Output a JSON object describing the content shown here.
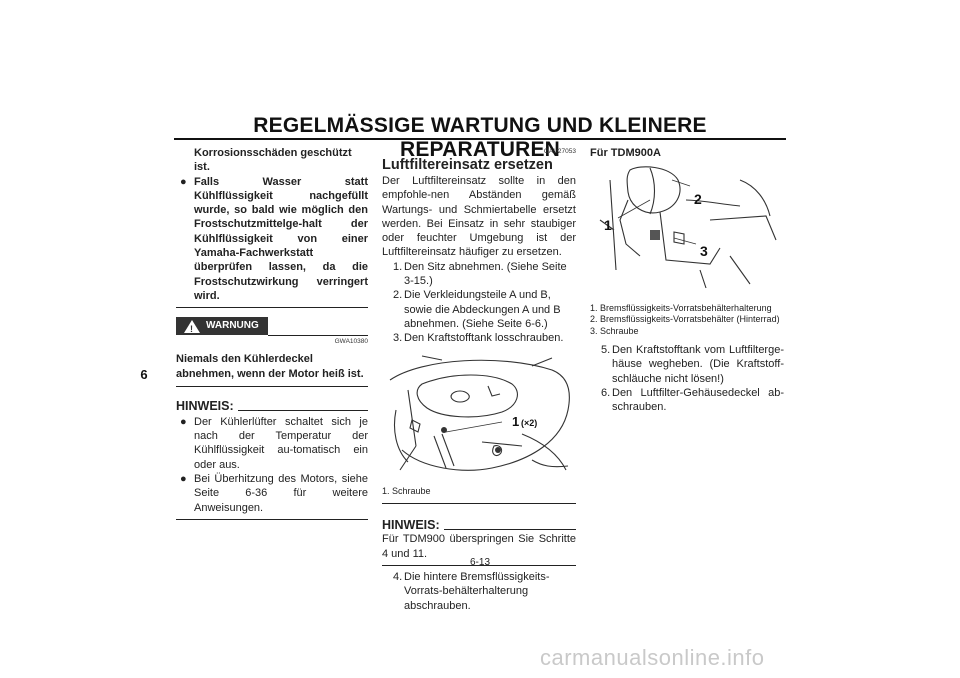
{
  "header": {
    "title": "REGELMÄSSIGE WARTUNG UND KLEINERE REPARATUREN"
  },
  "chapter_tab": "6",
  "col1": {
    "continued_line": "Korrosionsschäden geschützt ist.",
    "bullet_bold": "Falls Wasser statt Kühlflüssigkeit nachgefüllt wurde, so bald wie möglich den Frostschutzmittelge-halt der Kühlflüssigkeit von einer Yamaha-Fachwerkstatt überprüfen lassen, da die Frostschutzwirkung verringert wird.",
    "warning_label": "WARNUNG",
    "warning_icon": "!",
    "warning_code": "GWA10380",
    "warning_text": "Niemals den Kühlerdeckel abnehmen, wenn der Motor heiß ist.",
    "hinweis_label": "HINWEIS:",
    "hinweis_items": [
      "Der Kühlerlüfter schaltet sich je nach der Temperatur der Kühlflüssigkeit au-tomatisch ein oder aus.",
      "Bei Überhitzung des Motors, siehe Seite 6-36 für weitere Anweisungen."
    ]
  },
  "col2": {
    "section_code": "GAU27053",
    "section_title": "Luftfiltereinsatz ersetzen",
    "intro": "Der Luftfiltereinsatz sollte in den empfohle-nen Abständen gemäß Wartungs- und Schmiertabelle ersetzt werden. Bei Einsatz in sehr staubiger oder feuchter Umgebung ist der Luftfiltereinsatz häufiger zu ersetzen.",
    "steps": [
      {
        "n": "1.",
        "text": "Den Sitz abnehmen. (Siehe Seite 3-15.)"
      },
      {
        "n": "2.",
        "text": "Die Verkleidungsteile A und B, sowie die Abdeckungen A und B abnehmen. (Siehe Seite 6-6.)"
      },
      {
        "n": "3.",
        "text": "Den Kraftstofftank losschrauben."
      }
    ],
    "figure_callout_num": "1",
    "figure_callout_mult": "(×2)",
    "figure_caption": "1. Schraube",
    "hinweis_label": "HINWEIS:",
    "hinweis_text": "Für TDM900 überspringen Sie Schritte 4 und 11.",
    "step4_n": "4.",
    "step4_text": "Die hintere Bremsflüssigkeits-Vorrats-behälterhalterung abschrauben."
  },
  "col3": {
    "heading": "Für TDM900A",
    "fig_labels": [
      "1",
      "2",
      "3"
    ],
    "captions": [
      "1. Bremsflüssigkeits-Vorratsbehälterhalterung",
      "2. Bremsflüssigkeits-Vorratsbehälter (Hinterrad)",
      "3. Schraube"
    ],
    "steps": [
      {
        "n": "5.",
        "text": "Den Kraftstofftank vom Luftfilterge-häuse wegheben. (Die Kraftstoff-schläuche nicht lösen!)"
      },
      {
        "n": "6.",
        "text": "Den Luftfilter-Gehäusedeckel ab-schrauben."
      }
    ]
  },
  "page_number": "6-13",
  "watermark": "carmanualsonline.info"
}
